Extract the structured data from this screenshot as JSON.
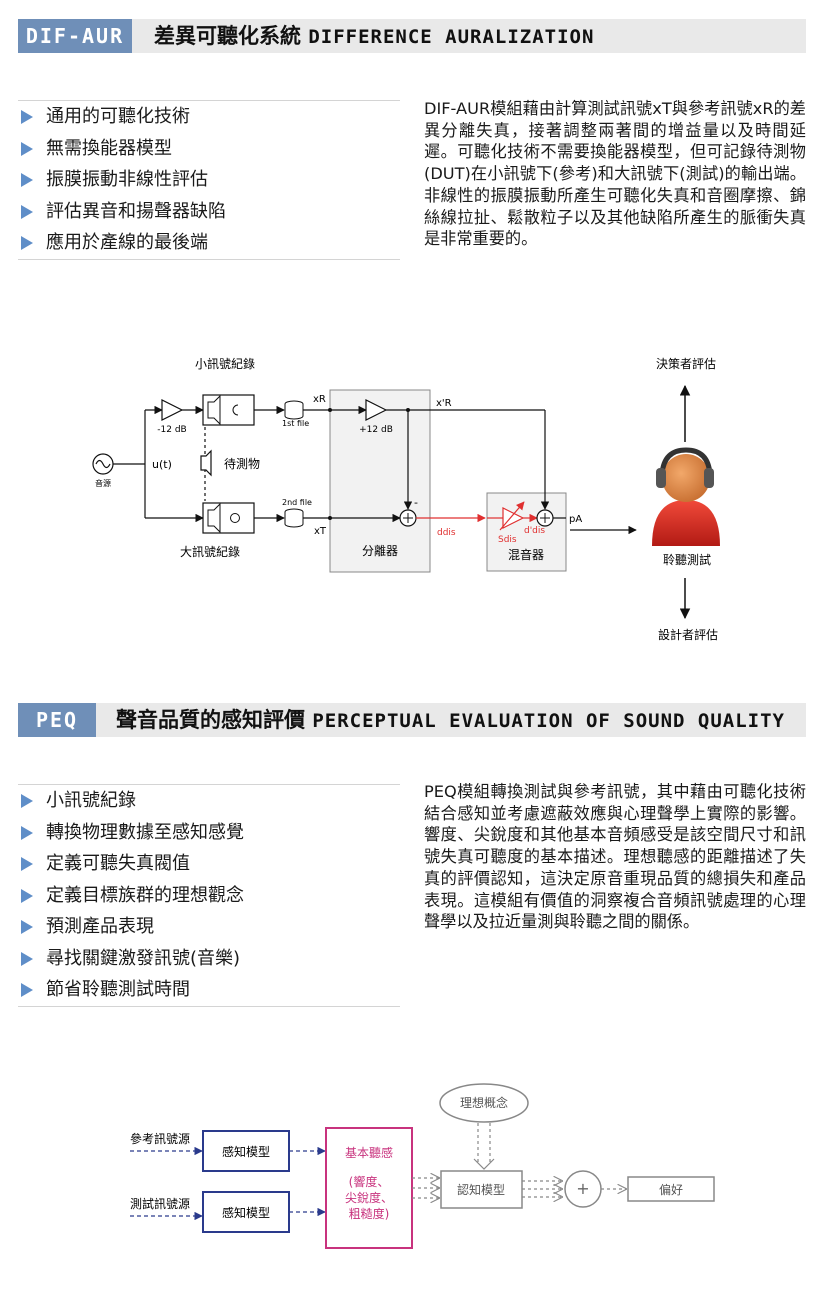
{
  "dif": {
    "tag": "DIF-AUR",
    "title_zh": "差異可聽化系統",
    "title_en": "DIFFERENCE AURALIZATION",
    "bullets": [
      "通用的可聽化技術",
      "無需換能器模型",
      "振膜振動非線性評估",
      "評估異音和揚聲器缺陷",
      "應用於產線的最後端"
    ],
    "description": "DIF-AUR模組藉由計算測試訊號xT與參考訊號xR的差異分離失真，接著調整兩著間的增益量以及時間延遲。可聽化技術不需要換能器模型，但可記錄待測物(DUT)在小訊號下(參考)和大訊號下(測試)的輸出端。非線性的振膜振動所產生可聽化失真和音圈摩擦、錦絲線拉扯、鬆散粒子以及其他缺陷所產生的脈衝失真是非常重要的。",
    "diagram": {
      "small_signal_rec": "小訊號紀錄",
      "large_signal_rec": "大訊號紀錄",
      "gain_minus": "-12 dB",
      "gain_plus": "+12 dB",
      "source_symbol": "u(t)",
      "source_label": "音源",
      "dut_label": "待測物",
      "file1": "1st file",
      "file2": "2nd file",
      "xR": "xR",
      "xT": "xT",
      "xR_prime": "x'R",
      "separator": "分離器",
      "mixer": "混音器",
      "d_dis": "ddis",
      "s_dis": "Sdis",
      "d_prime_dis": "d'dis",
      "pA": "pA",
      "minus_sign": "-",
      "decision": "決策者評估",
      "listening": "聆聽測試",
      "designer": "設計者評估"
    }
  },
  "peq": {
    "tag": "PEQ",
    "title_zh": "聲音品質的感知評價",
    "title_en": "PERCEPTUAL EVALUATION OF SOUND QUALITY",
    "bullets": [
      "小訊號紀錄",
      "轉換物理數據至感知感覺",
      "定義可聽失真閥值",
      "定義目標族群的理想觀念",
      "預測產品表現",
      "尋找關鍵激發訊號(音樂)",
      "節省聆聽測試時間"
    ],
    "description": "PEQ模組轉換測試與參考訊號，其中藉由可聽化技術結合感知並考慮遮蔽效應與心理聲學上實際的影響。響度、尖銳度和其他基本音頻感受是該空間尺寸和訊號失真可聽度的基本描述。理想聽感的距離描述了失真的評價認知，這決定原音重現品質的總損失和產品表現。這模組有價值的洞察複合音頻訊號處理的心理聲學以及拉近量測與聆聽之間的關係。",
    "diagram": {
      "ref_source": "參考訊號源",
      "test_source": "測試訊號源",
      "perception_model": "感知模型",
      "basic_title": "基本聽感",
      "basic_detail_1": "(響度、",
      "basic_detail_2": "尖銳度、",
      "basic_detail_3": "粗糙度)",
      "ideal": "理想概念",
      "cognition": "認知模型",
      "plus": "+",
      "preference": "偏好"
    }
  },
  "colors": {
    "accent": "#6f8fb8",
    "bullet": "#5f8ec8",
    "red": "#e03030",
    "magenta": "#c8337e",
    "navy": "#2a3a8c"
  }
}
